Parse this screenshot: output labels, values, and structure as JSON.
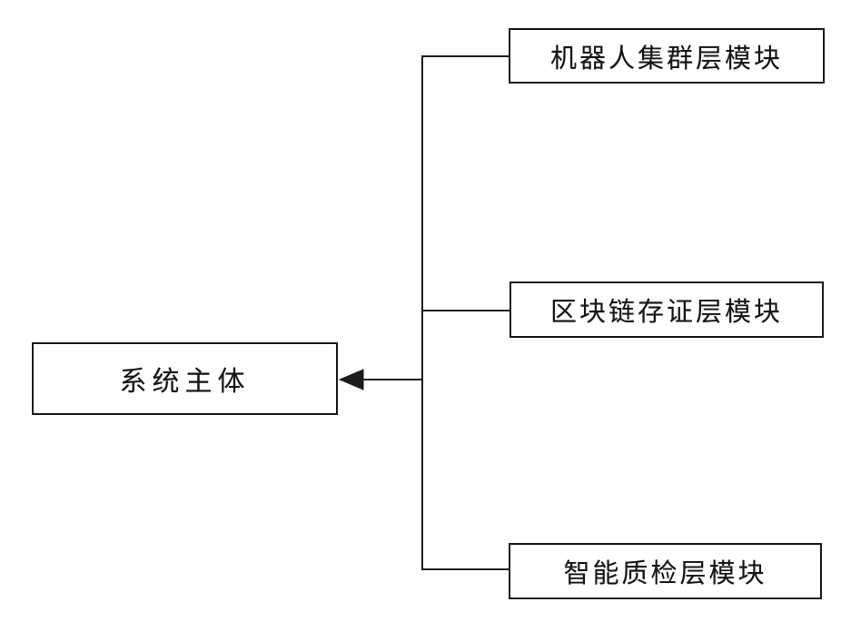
{
  "diagram": {
    "main_node": {
      "label": "系统主体"
    },
    "modules": [
      {
        "label": "机器人集群层模块"
      },
      {
        "label": "区块链存证层模块"
      },
      {
        "label": "智能质检层模块"
      }
    ],
    "colors": {
      "line": "#1c1c1c",
      "box_border": "#1b1b1b",
      "text": "#161616",
      "background": "#ffffff"
    }
  }
}
